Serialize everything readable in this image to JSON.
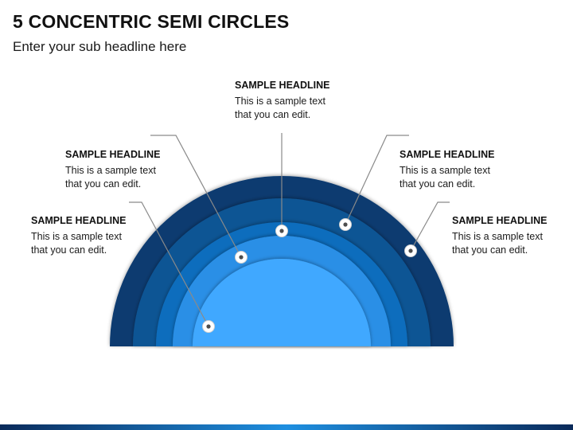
{
  "title": "5 CONCENTRIC SEMI CIRCLES",
  "subtitle": "Enter your sub headline here",
  "callouts": [
    {
      "head": "SAMPLE HEADLINE",
      "body": "This is a sample text that you can edit."
    },
    {
      "head": "SAMPLE HEADLINE",
      "body": "This is a sample text that you can edit."
    },
    {
      "head": "SAMPLE HEADLINE",
      "body": "This is a sample text that you can edit."
    },
    {
      "head": "SAMPLE HEADLINE",
      "body": "This is a sample text that you can edit."
    },
    {
      "head": "SAMPLE HEADLINE",
      "body": "This is a sample text that you can edit."
    }
  ],
  "ring_colors": [
    "#0a3a70",
    "#0d5494",
    "#0f6dbd",
    "#2a8fe6",
    "#40a8ff"
  ],
  "leader_color": "#8a8a8a",
  "bottom_bar_colors": [
    "#0a2a5a",
    "#1e8fe0",
    "#0a2a5a"
  ]
}
